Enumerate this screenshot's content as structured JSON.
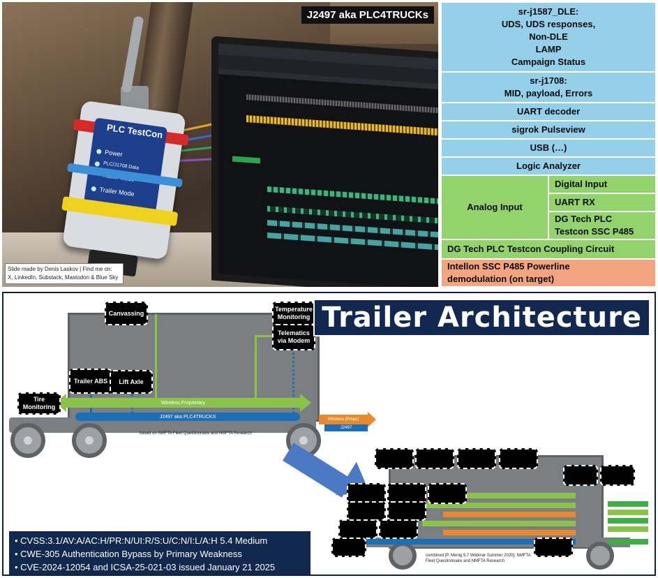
{
  "photo": {
    "label": "J2497 aka PLC4TRUCKs",
    "credit_line1": "Slide made by Denis Laskov | Find me on:",
    "credit_line2": "X, LinkedIn, Substack, Mastodon & Blue Sky",
    "device": {
      "title": "PLC TestCon",
      "power": "Power",
      "data": "PLC/J1708 Data",
      "tractor": "Tractor Mode",
      "trailer": "Trailer Mode"
    }
  },
  "stack": {
    "row1": "sr-j1587_DLE: UDS, UDS responses, Non-DLE LAMP Campaign Status",
    "row1_lines": [
      "sr-j1587_DLE:",
      "UDS, UDS responses,",
      "Non-DLE",
      "LAMP",
      "Campaign Status"
    ],
    "row2_lines": [
      "sr-j1708:",
      "MID, payload, Errors"
    ],
    "row3": "UART decoder",
    "row4": "sigrok Pulseview",
    "row5": "USB (…)",
    "row6": "Logic Analyzer",
    "analog": "Analog Input",
    "digital": "Digital Input",
    "uart_rx": "UART RX",
    "dg_lines": [
      "DG Tech PLC",
      "Testcon SSC P485"
    ],
    "coupling": "DG Tech PLC Testcon Coupling Circuit",
    "intellon_lines": [
      "Intellon SSC P485 Powerline",
      "demodulation (on target)"
    ],
    "colors": {
      "blue": "#95cfe9",
      "green": "#92d36e",
      "orange": "#f4a57f"
    }
  },
  "diagram": {
    "title": "Trailer Architecture",
    "boxes": {
      "canvassing": "Canvassing",
      "temperature": "Temperature Monitoring",
      "telematics": "Telematics via Modem",
      "trailer_abs": "Trailer ABS",
      "lift_axle": "Lift Axle",
      "tire": "Tire Monitoring"
    },
    "bus_wireless": "Wireless Proprietary",
    "bus_j2497": "J2497 aka PLC4TRUCKS",
    "wireless_props": "Wireless (Props)",
    "wireless_props_sub": "J2497",
    "note_left": "based on NMFTA Fleet Questionnaire and NMFTA Research",
    "note_right": "combined [P. Menig 5.7 Webinar Summer 2020], NMFTA Fleet Questionnaire and NMFTA Research",
    "cvss": [
      "CVSS:3.1/AV:A/AC:H/PR:N/UI:R/S:U/C:N/I:L/A:H 5.4 Medium",
      "CWE-305 Authentication Bypass by Primary Weakness",
      "CVE-2024-12054 and ICSA-25-021-03 issued January 21 2025"
    ]
  }
}
